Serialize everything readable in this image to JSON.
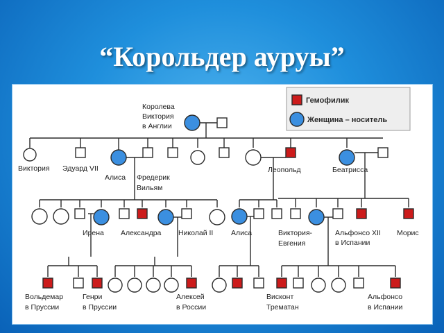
{
  "title": "“Корольдер ауруы”",
  "legend": {
    "hemophiliac": "Гемофилик",
    "carrier": "Женщина – носитель"
  },
  "colors": {
    "background": "#1f8fdc",
    "affected": "#cc1b1b",
    "carrier": "#3b8fe0",
    "line": "#2a2a2a"
  },
  "labels": {
    "victoria_queen": [
      "Королева",
      "Виктория",
      "в Англии"
    ],
    "viktoria": "Виктория",
    "eduard": "Эдуард VII",
    "alisa_g1": "Алиса",
    "frederik": [
      "Фредерик",
      "Вильям"
    ],
    "leopold": "Леопольд",
    "beatrissa": "Беатрисса",
    "irena": "Ирена",
    "aleksandra": "Александра",
    "nikolai": "Николай II",
    "alisa_g2": "Алиса",
    "viktoria_evgenia": [
      "Виктория-",
      "Евгения"
    ],
    "alfonso12": [
      "Альфонсо XII",
      "в Испании"
    ],
    "moris": "Морис",
    "voldemar": [
      "Вольдемар",
      "в Пруссии"
    ],
    "genri": [
      "Генри",
      "в Пруссии"
    ],
    "aleksei": [
      "Алексей",
      "в России"
    ],
    "viskont": [
      "Висконт",
      "Трематан"
    ],
    "alfonso": [
      "Альфонсо",
      "в Испании"
    ]
  }
}
